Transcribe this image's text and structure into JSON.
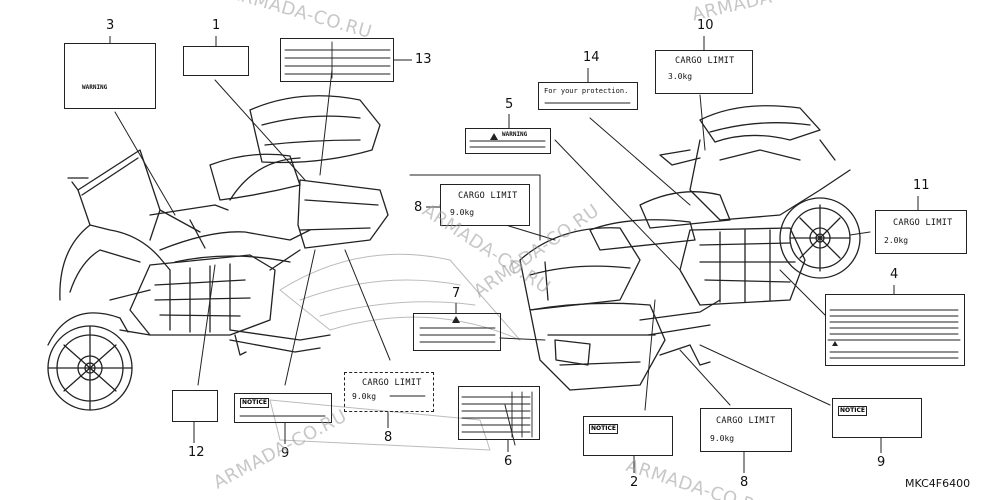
{
  "watermark": "ARMADA-CO.RU",
  "diagram_code": "MKC4F6400",
  "callouts": {
    "c1": "1",
    "c2": "2",
    "c3": "3",
    "c4": "4",
    "c5": "5",
    "c6": "6",
    "c7": "7",
    "c8a": "8",
    "c8b": "8",
    "c8c": "8",
    "c9a": "9",
    "c9b": "9",
    "c10": "10",
    "c11": "11",
    "c12": "12",
    "c13": "13",
    "c14": "14"
  },
  "labels": {
    "cargo_title": "CARGO LIMIT",
    "cargo_3": "3.0kg",
    "cargo_2": "2.0kg",
    "cargo_9": "9.0kg",
    "protection": "For your protection.",
    "notice": "NOTICE",
    "warning": "WARNING"
  }
}
